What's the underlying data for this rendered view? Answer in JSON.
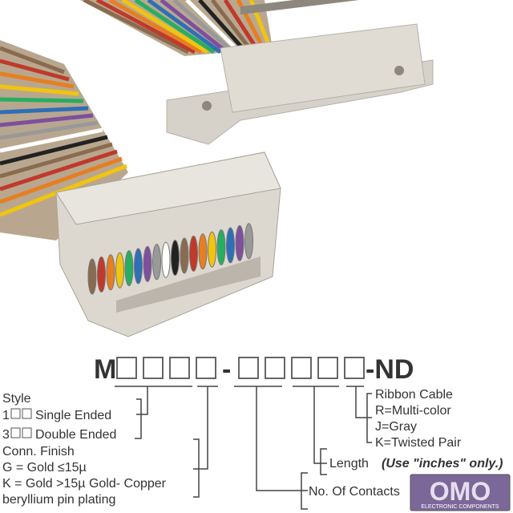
{
  "part_number": {
    "prefix": "M",
    "dash": "-",
    "suffix": "-ND"
  },
  "style": {
    "title": "Style",
    "options": [
      {
        "code": "1",
        "label": "Single Ended"
      },
      {
        "code": "3",
        "label": "Double Ended"
      }
    ]
  },
  "finish": {
    "title": "Conn. Finish",
    "lines": [
      "G = Gold ≤15µ",
      "K = Gold >15µ Gold- Copper",
      "beryllium pin plating"
    ]
  },
  "contacts": {
    "label": "No. Of Contacts"
  },
  "length": {
    "label": "Length",
    "note": "(Use \"inches\" only.)"
  },
  "cable": {
    "title": "Ribbon Cable",
    "options": [
      "R=Multi-color",
      "J=Gray",
      "K=Twisted Pair"
    ]
  },
  "watermark": {
    "logo": "OMO",
    "sub": "ELECTRONIC COMPONENTS"
  },
  "colors": {
    "connector": "#dcd8d0",
    "text": "#333333",
    "logo": "#6a4f8a"
  }
}
